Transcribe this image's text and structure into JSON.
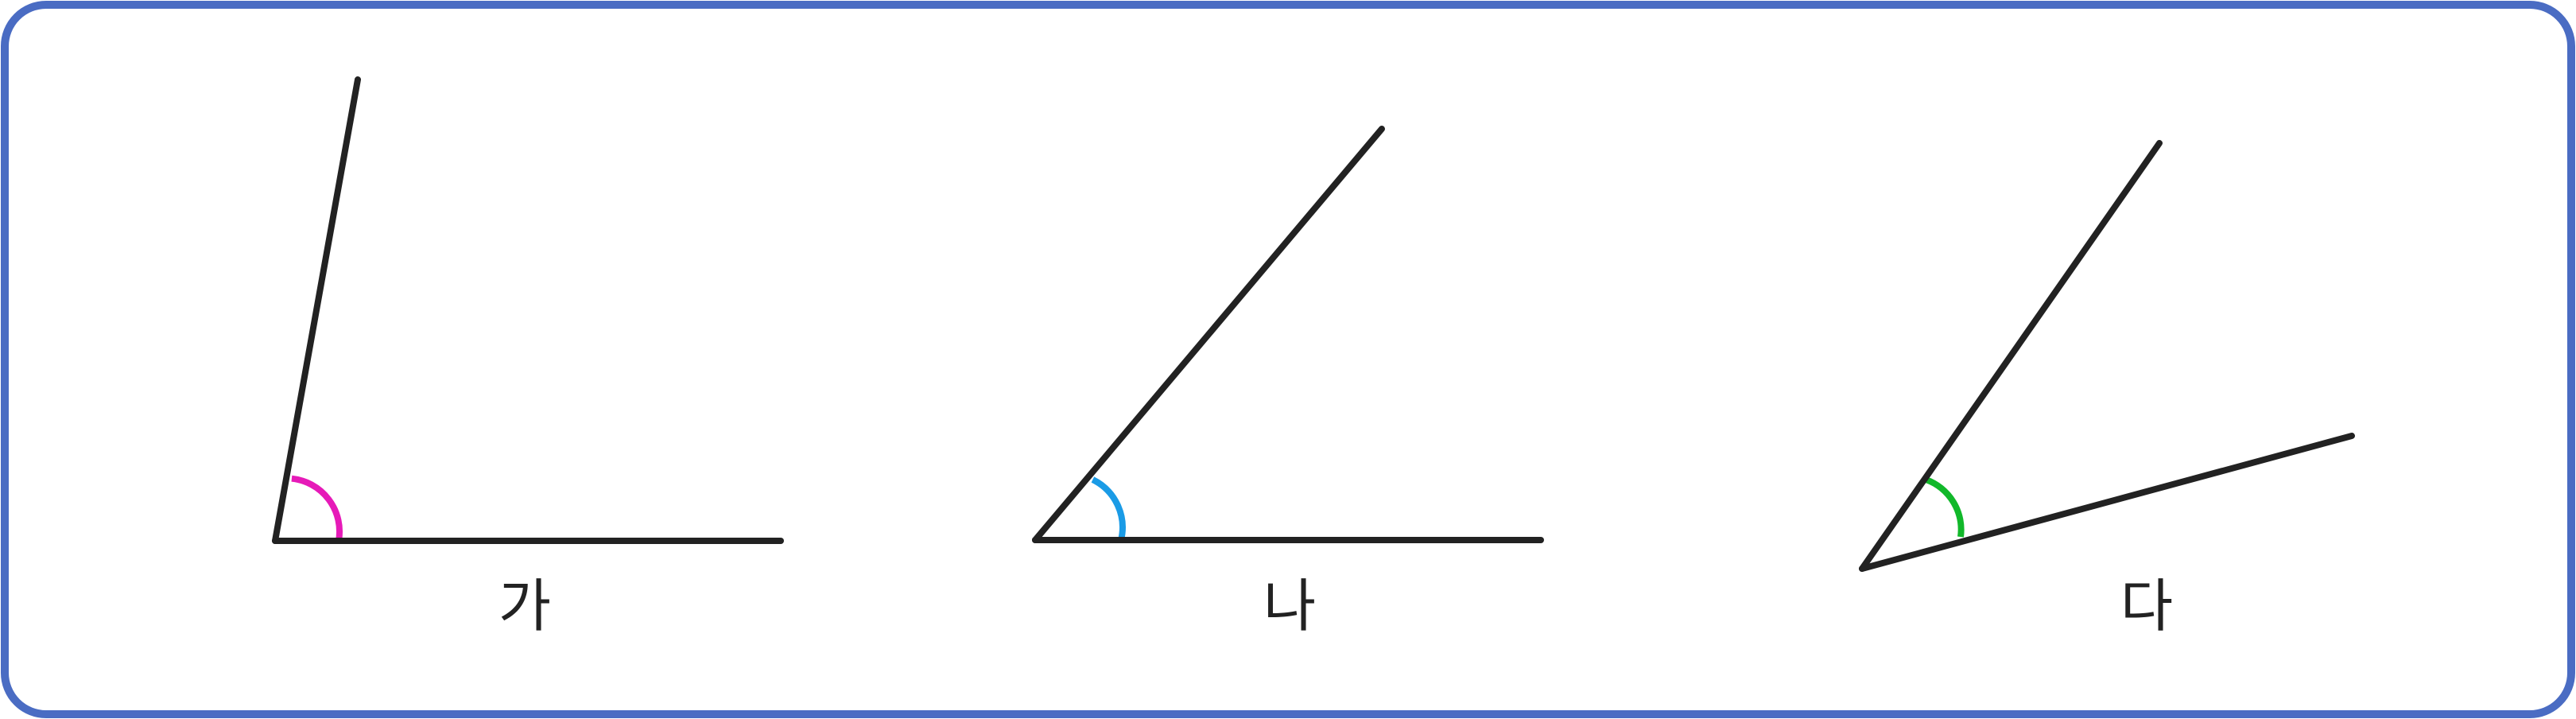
{
  "frame": {
    "border_color": "#4a6cc3",
    "background": "#ffffff"
  },
  "line_color": "#222222",
  "angles": [
    {
      "id": "ga",
      "label": "가",
      "arc_color": "#e61ab8"
    },
    {
      "id": "na",
      "label": "나",
      "arc_color": "#1a9be6"
    },
    {
      "id": "da",
      "label": "다",
      "arc_color": "#11b82a"
    }
  ]
}
